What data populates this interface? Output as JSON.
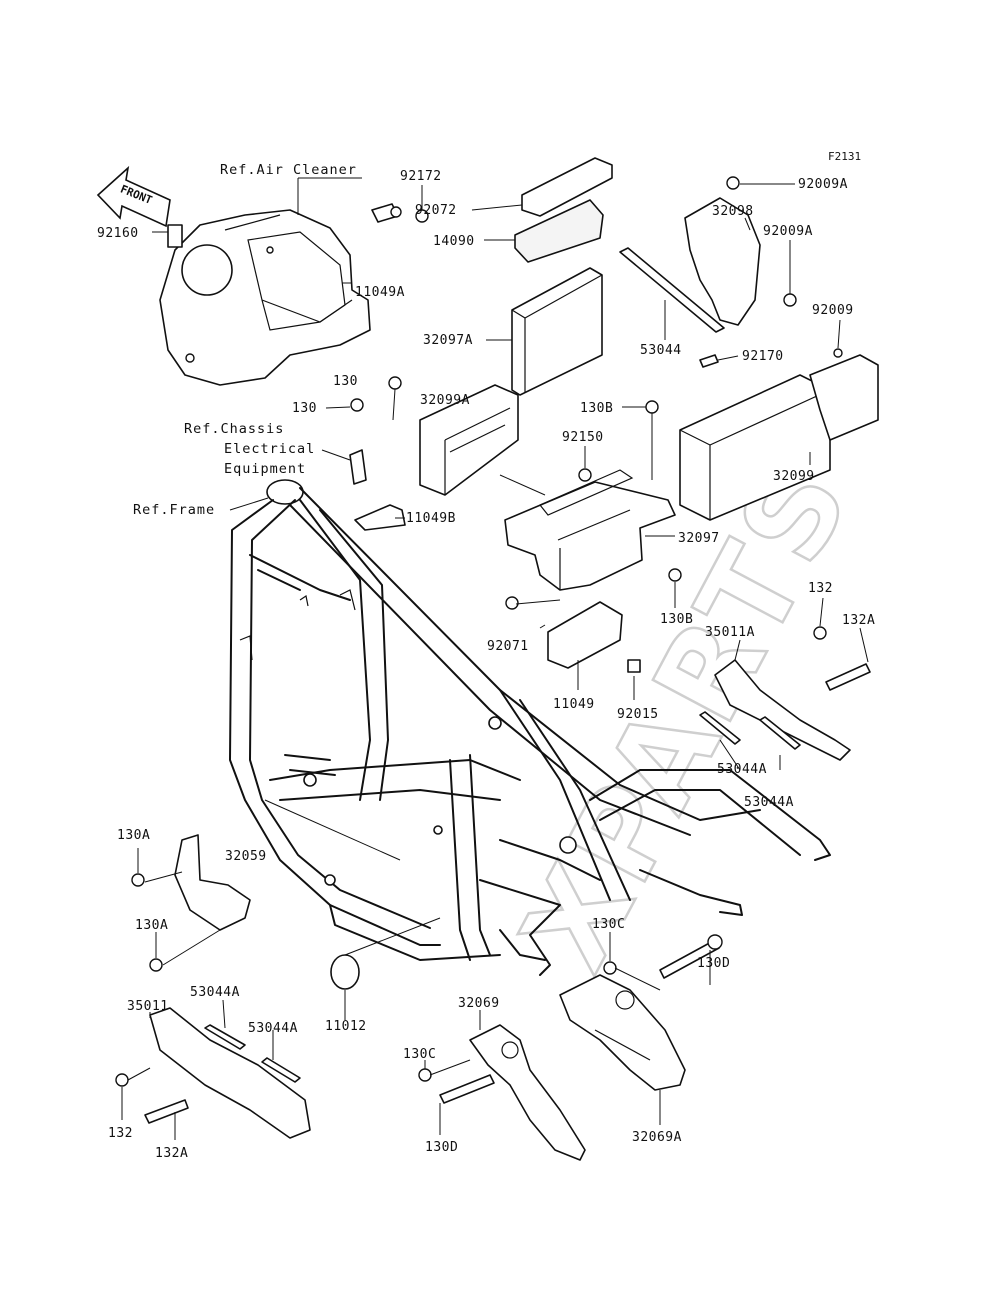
{
  "figure_id": "F2131",
  "watermark": "XPARTS",
  "front_arrow_label": "FRONT",
  "references": {
    "air_cleaner": "Ref.Air Cleaner",
    "chassis_line1": "Ref.Chassis",
    "chassis_line2": "Electrical",
    "chassis_line3": "Equipment",
    "frame": "Ref.Frame"
  },
  "parts": {
    "p92172": "92172",
    "p92072": "92072",
    "p92009A_top": "92009A",
    "p32098": "32098",
    "p92009A_mid": "92009A",
    "p92009": "92009",
    "p92160": "92160",
    "p11049A": "11049A",
    "p14090": "14090",
    "p32097A": "32097A",
    "p53044": "53044",
    "p92170": "92170",
    "p130_top": "130",
    "p130_mid": "130",
    "p32099A": "32099A",
    "p130B_top": "130B",
    "p92150": "92150",
    "p32099": "32099",
    "p11049B": "11049B",
    "p32097": "32097",
    "p130B_mid": "130B",
    "p92071": "92071",
    "p132_right": "132",
    "p132A_right": "132A",
    "p35011A": "35011A",
    "p11049": "11049",
    "p92015": "92015",
    "p53044A_r1": "53044A",
    "p53044A_r2": "53044A",
    "p130A_top": "130A",
    "p32059": "32059",
    "p130A_bot": "130A",
    "p130C_right": "130C",
    "p130D_right": "130D",
    "p11012": "11012",
    "p32069": "32069",
    "p53044A_l1": "53044A",
    "p35011": "35011",
    "p53044A_l2": "53044A",
    "p130C_left": "130C",
    "p132_left": "132",
    "p132A_left": "132A",
    "p130D_left": "130D",
    "p32069A": "32069A"
  }
}
